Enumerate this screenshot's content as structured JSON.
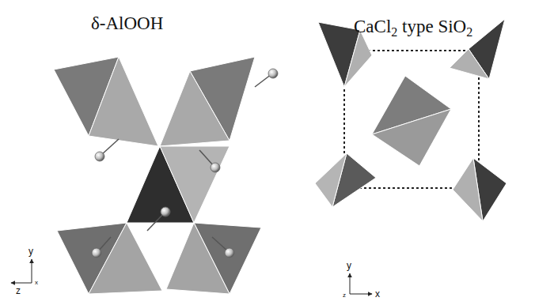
{
  "diagram": {
    "labels": [
      "δ-AlOOH",
      "CaCl2 type SiO2",
      "y",
      "z",
      "x",
      "y",
      "z",
      "x"
    ]
  }
}
